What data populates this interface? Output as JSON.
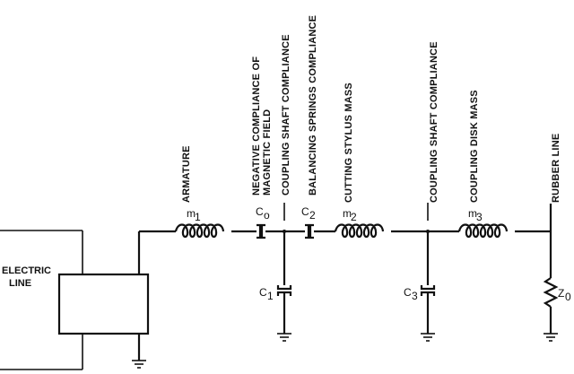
{
  "source": {
    "label_line1": "ELECTRIC",
    "label_line2": "LINE"
  },
  "components": {
    "m1": {
      "symbol": "m",
      "subscript": "1",
      "description": "ARMATURE"
    },
    "c0": {
      "symbol": "C",
      "subscript": "o",
      "description_line1": "NEGATIVE COMPLIANCE OF",
      "description_line2": "MAGNETIC FIELD"
    },
    "coupling1": {
      "description": "COUPLING SHAFT COMPLIANCE"
    },
    "c2": {
      "symbol": "C",
      "subscript": "2",
      "description": "BALANCING SPRINGS COMPLIANCE"
    },
    "m2": {
      "symbol": "m",
      "subscript": "2",
      "description": "CUTTING STYLUS MASS"
    },
    "coupling2": {
      "description": "COUPLING SHAFT COMPLIANCE"
    },
    "m3": {
      "symbol": "m",
      "subscript": "3",
      "description": "COUPLING DISK MASS"
    },
    "rubber": {
      "description": "RUBBER LINE"
    },
    "c1": {
      "symbol": "C",
      "subscript": "1"
    },
    "c3": {
      "symbol": "C",
      "subscript": "3"
    },
    "z0": {
      "symbol": "Z",
      "subscript": "0"
    }
  }
}
